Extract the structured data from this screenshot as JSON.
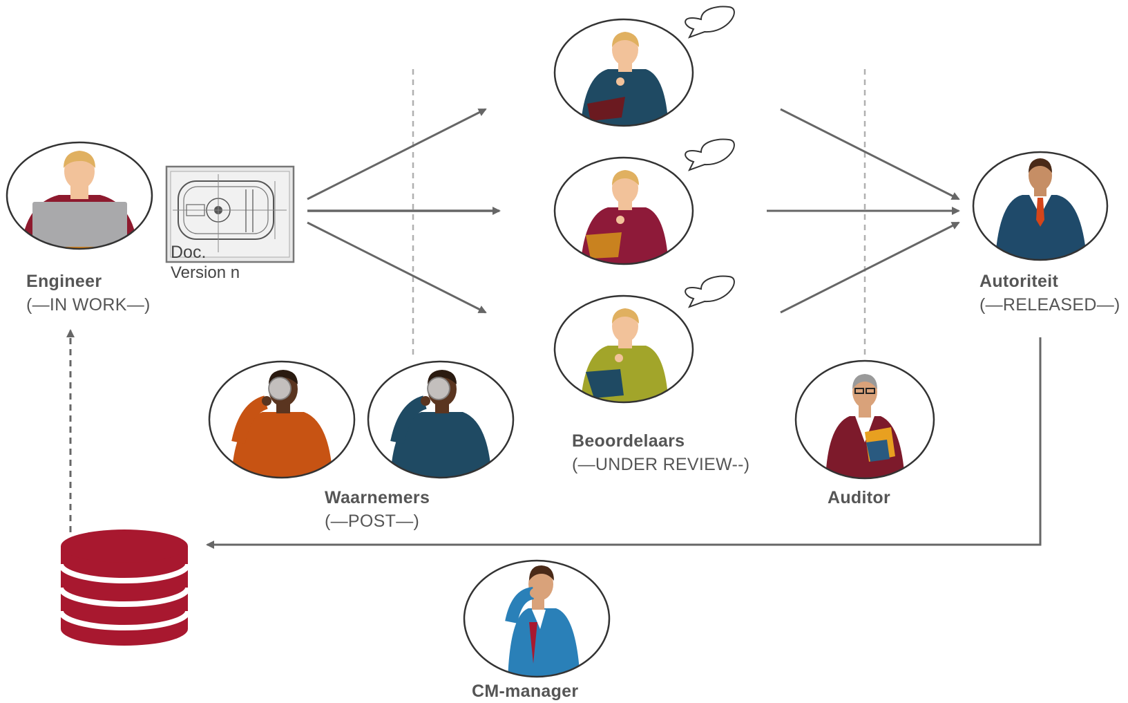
{
  "actors": {
    "engineer": {
      "name": "Engineer",
      "state": "(—IN WORK—)"
    },
    "document": {
      "line1": "Doc.",
      "line2": "Version n"
    },
    "observers": {
      "name": "Waarnemers",
      "state": "(—POST—)"
    },
    "reviewers": {
      "name": "Beoordelaars",
      "state": "(—UNDER REVIEW--)"
    },
    "auditor": {
      "name": "Auditor"
    },
    "authority": {
      "name": "Autoriteit",
      "state": "(—RELEASED—)"
    },
    "cm_manager": {
      "name": "CM-manager"
    }
  },
  "icons": [
    "person-laptop-icon",
    "drawing-document-icon",
    "magnifier-person-icon",
    "reviewer-clipboard-icon",
    "speech-bubble-icon",
    "suit-person-icon",
    "auditor-icon",
    "database-icon",
    "thinking-person-icon"
  ],
  "colors": {
    "line": "#6b6b6b",
    "dashed": "#b0b0b0",
    "database": "#a8182f",
    "skin": "#f2c29a",
    "hair": "#e0b060",
    "engineer_shirt": "#8e1a2e",
    "reviewer1_shirt": "#1f4a63",
    "reviewer2_shirt": "#8e1a39",
    "reviewer3_shirt": "#a2a52a",
    "observer1_shirt": "#c75313",
    "observer2_shirt": "#1f4a63",
    "authority_suit": "#1f4a6a",
    "auditor_jacket": "#7d1a2b",
    "cm_shirt": "#2a80b8"
  }
}
